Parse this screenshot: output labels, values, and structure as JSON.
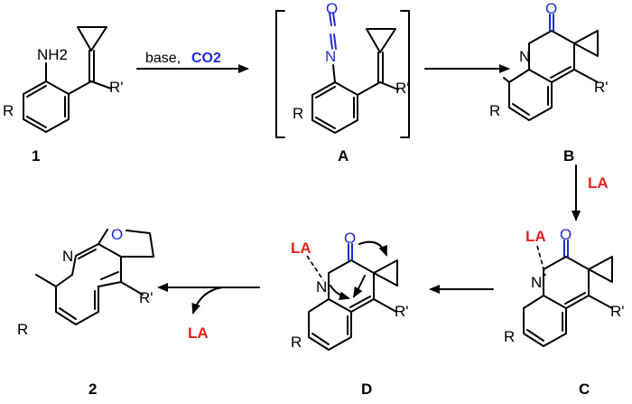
{
  "compounds": {
    "c1": {
      "label": "1",
      "nh2": "NH2",
      "r": "R",
      "rprime": "R'"
    },
    "A": {
      "label": "A",
      "o": "O",
      "n": "N",
      "r": "R",
      "rprime": "R'"
    },
    "B": {
      "label": "B",
      "o": "O",
      "n": "N",
      "r": "R",
      "rprime": "R'"
    },
    "C": {
      "label": "C",
      "o": "O",
      "n": "N",
      "r": "R",
      "rprime": "R'",
      "la": "LA"
    },
    "D": {
      "label": "D",
      "o": "O",
      "n": "N",
      "r": "R",
      "rprime": "R'",
      "la": "LA"
    },
    "c2": {
      "label": "2",
      "o": "O",
      "n": "N",
      "r": "R",
      "rprime": "R'"
    }
  },
  "arrows": {
    "step1": {
      "text": "base, ",
      "reagent": "CO2"
    },
    "step3": {
      "text": "LA"
    },
    "step6": {
      "text": "LA"
    }
  },
  "colors": {
    "red": "#e8201c",
    "blue": "#1f2bd6",
    "black": "#000000"
  }
}
